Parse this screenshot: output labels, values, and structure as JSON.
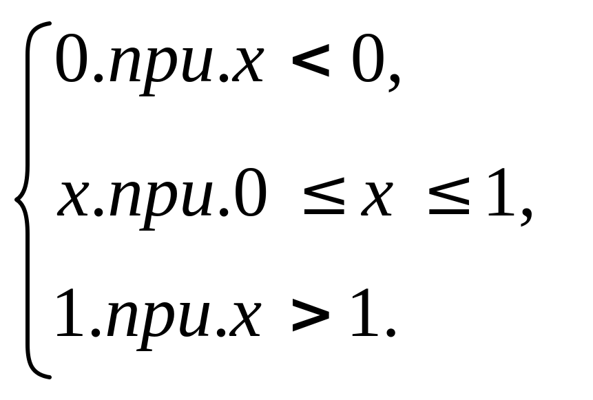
{
  "formula": {
    "line1": {
      "lhs_value": "0",
      "dot1": ".",
      "word": "npu",
      "dot2": ".",
      "var": "x",
      "relation": "<",
      "rhs_value": "0",
      "end": ","
    },
    "line2": {
      "lhs_value": "x",
      "dot1": ".",
      "word": "npu",
      "dot2": ".",
      "lower": "0",
      "rel1": "≤",
      "var": "x",
      "rel2": "≤",
      "upper": "1",
      "end": ","
    },
    "line3": {
      "lhs_value": "1",
      "dot1": ".",
      "word": "npu",
      "dot2": ".",
      "var": "x",
      "relation": ">",
      "rhs_value": "1",
      "end": "."
    }
  }
}
